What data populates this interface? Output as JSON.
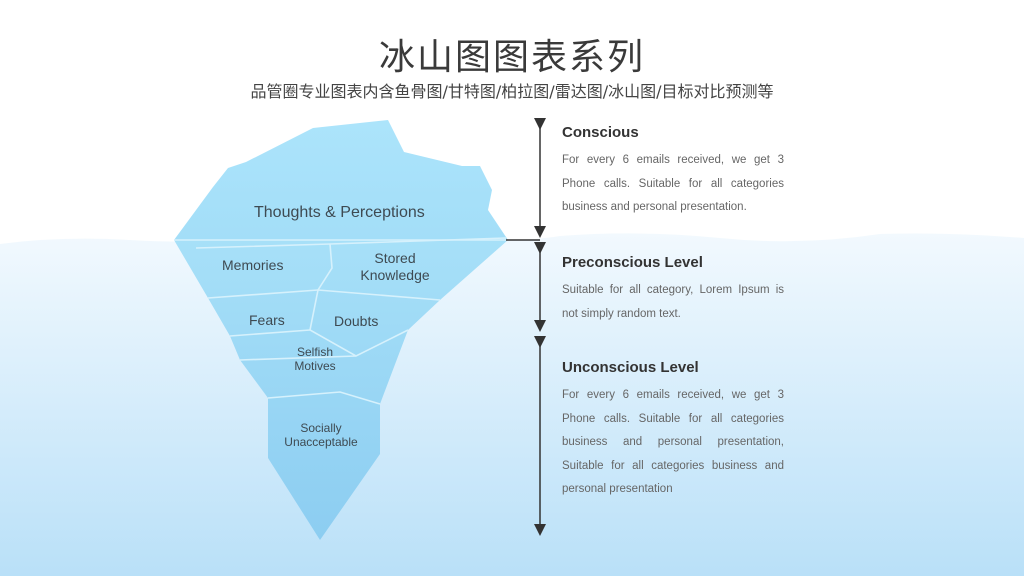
{
  "header": {
    "title": "冰山图图表系列",
    "subtitle": "品管圈专业图表内含鱼骨图/甘特图/柏拉图/雷达图/冰山图/目标对比预测等"
  },
  "iceberg": {
    "tip": "Thoughts & Perceptions",
    "segments": {
      "memories": "Memories",
      "stored_line1": "Stored",
      "stored_line2": "Knowledge",
      "fears": "Fears",
      "doubts": "Doubts",
      "selfish_line1": "Selfish",
      "selfish_line2": "Motives",
      "socially_line1": "Socially",
      "socially_line2": "Unacceptable"
    }
  },
  "levels": [
    {
      "title": "Conscious",
      "text": "For every 6 emails received, we get 3 Phone calls. Suitable for all categories business and personal presentation."
    },
    {
      "title": "Preconscious Level",
      "text": "Suitable for all category, Lorem Ipsum is not simply random text."
    },
    {
      "title": "Unconscious Level",
      "text": "For every 6 emails received, we get 3 Phone calls. Suitable for all categories business and personal presentation, Suitable for all categories business and personal presentation"
    }
  ],
  "colors": {
    "water_top": "#eef7fd",
    "water_bottom": "#b9e0f8",
    "ice_top": "#a8e1fa",
    "ice_bottom": "#8fd0f2",
    "arrow": "#333333"
  }
}
